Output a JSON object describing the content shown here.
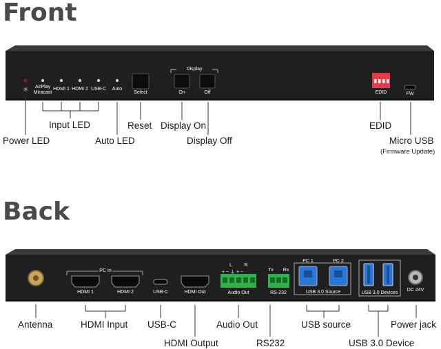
{
  "front": {
    "heading": "Front",
    "panel_labels": {
      "airplay_line1": "AirPlay",
      "airplay_line2": "Miracast",
      "hdmi1": "HDMI 1",
      "hdmi2": "HDMI 2",
      "usbc": "USB-C",
      "auto": "Auto",
      "select": "Select",
      "display": "Display",
      "on": "On",
      "off": "Off",
      "edid": "EDID",
      "fw": "FW"
    },
    "callouts": {
      "power_led": "Power LED",
      "input_led": "Input LED",
      "auto_led": "Auto LED",
      "reset": "Reset",
      "display_on": "Display On",
      "display_off": "Display Off",
      "edid": "EDID",
      "micro_usb": "Micro USB",
      "micro_usb_sub": "(Firmware Update)"
    }
  },
  "back": {
    "heading": "Back",
    "panel_labels": {
      "pc_in": "PC In",
      "hdmi1": "HDMI 1",
      "hdmi2": "HDMI 2",
      "usbc": "USB-C",
      "hdmi_out": "HDMI Out",
      "audio_l": "L",
      "audio_r": "R",
      "audio_out": "Audio Out",
      "rs232_tx": "Tx",
      "rs232_rx": "Rx",
      "rs232": "RS-232",
      "pc1": "PC 1",
      "pc2": "PC 2",
      "usb30_source": "USB 3.0 Source",
      "usb30_devices": "USB 3.0 Devices",
      "dc24v": "DC 24V"
    },
    "callouts": {
      "antenna": "Antenna",
      "hdmi_input": "HDMI Input",
      "usbc": "USB-C",
      "hdmi_output": "HDMI Output",
      "audio_out": "Audio Out",
      "rs232": "RS232",
      "usb_source": "USB source",
      "usb30_device": "USB 3.0 Device",
      "power_jack": "Power jack"
    }
  },
  "colors": {
    "chassis": "#1f1f1f",
    "chassis_top": "#3a3a3a",
    "text": "#1a1a1a",
    "heading": "#4a4a4a",
    "terminal_green": "#2db34a",
    "usb3_blue": "#2a78d6",
    "dip_red": "#e8394a"
  }
}
